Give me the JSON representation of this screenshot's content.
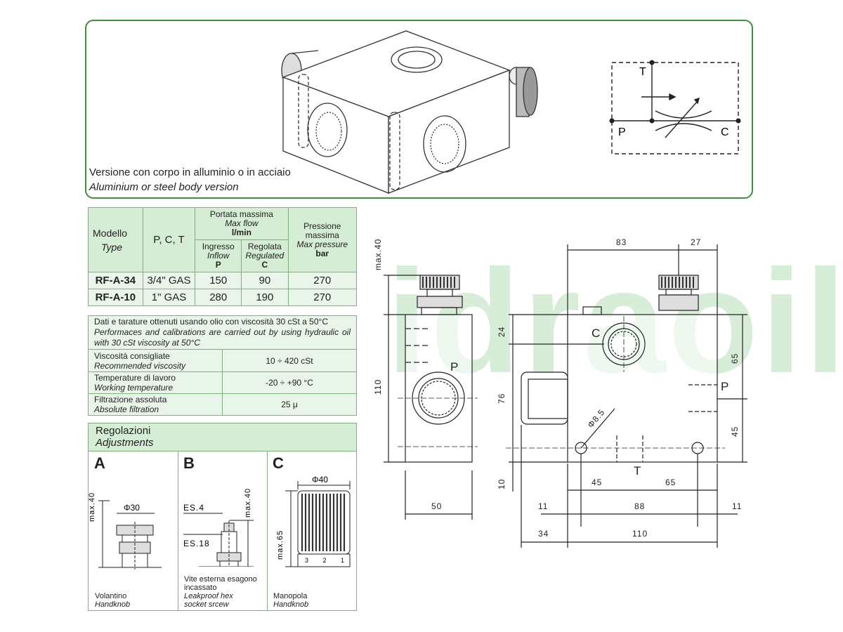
{
  "top_box": {
    "caption_it": "Versione con corpo in alluminio o in acciaio",
    "caption_en": "Aluminium or steel body version",
    "symbol_ports": {
      "t": "T",
      "p": "P",
      "c": "C"
    }
  },
  "model_table": {
    "header": {
      "model_it": "Modello",
      "model_en": "Type",
      "ports": "P, C, T",
      "flow_it": "Portata massima",
      "flow_en": "Max flow",
      "flow_unit": "l/min",
      "inflow_it": "Ingresso",
      "inflow_en": "Inflow",
      "inflow_port": "P",
      "regulated_it": "Regolata",
      "regulated_en": "Regulated",
      "regulated_port": "C",
      "pressure_it": "Pressione massima",
      "pressure_en": "Max pressure",
      "pressure_unit": "bar"
    },
    "rows": [
      {
        "model": "RF-A-34",
        "ports": "3/4\" GAS",
        "inflow": "150",
        "regulated": "90",
        "pressure": "270"
      },
      {
        "model": "RF-A-10",
        "ports": "1\" GAS",
        "inflow": "280",
        "regulated": "190",
        "pressure": "270"
      }
    ]
  },
  "conditions": {
    "note_it": "Dati e tarature ottenuti usando olio con viscosità 30 cSt a 50°C",
    "note_en": "Performaces and calibrations are carried out by using hydraulic oil with 30 cSt viscosity at 50°C",
    "rows": [
      {
        "label_it": "Viscosità consigliate",
        "label_en": "Recommended viscosity",
        "value": "10 ÷ 420 cSt"
      },
      {
        "label_it": "Temperature di lavoro",
        "label_en": "Working temperature",
        "value": "-20 ÷ +90 °C"
      },
      {
        "label_it": "Filtrazione assoluta",
        "label_en": "Absolute filtration",
        "value": "25 μ"
      }
    ]
  },
  "adjustments": {
    "title_it": "Regolazioni",
    "title_en": "Adjustments",
    "options": [
      {
        "letter": "A",
        "caption_it": "Volantino",
        "caption_en": "Handknob",
        "dims": {
          "height": "max.40",
          "dia": "Φ30"
        }
      },
      {
        "letter": "B",
        "caption_it": "Vite esterna esagono incassato",
        "caption_en": "Leakproof hex socket srcew",
        "dims": {
          "height": "max.40",
          "hex1": "ES.4",
          "hex2": "ES.18"
        }
      },
      {
        "letter": "C",
        "caption_it": "Manopola",
        "caption_en": "Handknob",
        "dims": {
          "height": "max.65",
          "dia": "Φ40",
          "scale": "3 2 1"
        }
      }
    ]
  },
  "drawing": {
    "watermark": "idraoil",
    "ports": {
      "p": "P",
      "c": "C",
      "t": "T"
    },
    "dims": {
      "max40": "max.40",
      "d110v": "110",
      "d50": "50",
      "d24": "24",
      "d76": "76",
      "d10": "10",
      "d83": "83",
      "d27": "27",
      "d65v": "65",
      "d45v": "45",
      "d45h": "45",
      "d65h": "65",
      "d11a": "11",
      "d88": "88",
      "d11b": "11",
      "d34": "34",
      "d110h": "110",
      "dia85": "Φ8.5"
    }
  }
}
